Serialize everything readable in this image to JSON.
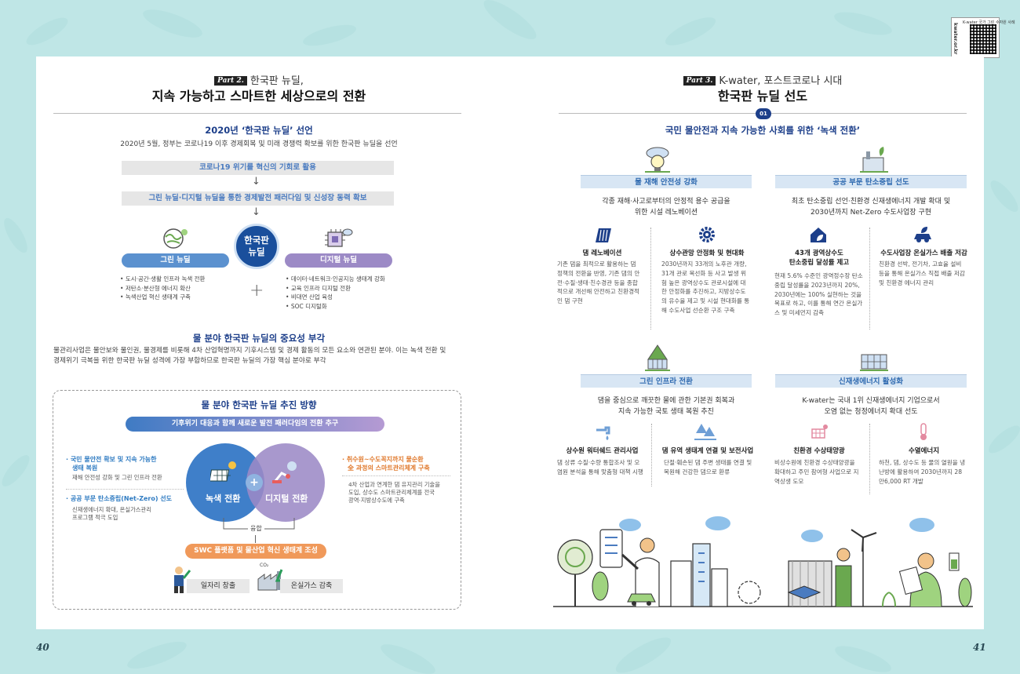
{
  "page_numbers": {
    "left": "40",
    "right": "41"
  },
  "qr": {
    "side": "kwater.or.kr",
    "caption": "K-water 국가 그린 수자원 사례"
  },
  "left": {
    "part_tag": "Part 2.",
    "part_subtitle": "한국판 뉴딜,",
    "title": "지속 가능하고 스마트한 세상으로의 전환",
    "sec1": {
      "title": "2020년 ‘한국판 뉴딜’ 선언",
      "desc": "2020년 5월, 정부는 코로나19 이후 경제회복 및 미래 경쟁력 확보를 위한 한국판 뉴딜을 선언",
      "bar1": "코로나19 위기를 혁신의 기회로 활용",
      "bar2": "그린 뉴딜·디지털 뉴딜을 통한 경제발전 패러다임 및 신성장 동력 확보",
      "center": "한국판 뉴딜",
      "green": "그린 뉴딜",
      "digital": "디지털 뉴딜",
      "green_items": [
        "도시·공간·생활 인프라 녹색 전환",
        "저탄소·분산형 에너지 확산",
        "녹색산업 혁신 생태계 구축"
      ],
      "digital_items": [
        "데이터·네트워크·인공지능 생태계 강화",
        "교육 인프라 디지털 전환",
        "비대면 산업 육성",
        "SOC 디지털화"
      ]
    },
    "sec2": {
      "title": "물 분야 한국판 뉴딜의 중요성 부각",
      "body_line1": "물관리사업은 물안보와 물인권, 물경제를 비롯해 4차 산업혁명까지 기후시스템 및 경제 활동의 모든 요소와 연관된 분야. 이는 녹색 전환 및",
      "body_line2": "경제위기 극복을 위한 한국판 뉴딜 성격에 가장 부합하므로 한국판 뉴딜의 가장 핵심 분야로 부각"
    },
    "sec3": {
      "title": "물 분야 한국판 뉴딜 추진 방향",
      "top_bar": "기후위기 대응과 함께 새로운 발전 패러다임의 전환 추구",
      "venn_green": "녹색 전환",
      "venn_digital": "디지털 전환",
      "fusion": "융합",
      "bottom_bar": "SWC 플랫폼 및 물산업 혁신 생태계 조성",
      "left_points": [
        {
          "head1": "· 국민 물안전 확보 및 지속 가능한",
          "head2": "생태 복원",
          "sub1": "재해 안전성 강화 및 그린 인프라 전환",
          "sub2": ""
        },
        {
          "head1": "· 공공 부문 탄소중립(Net-Zero) 선도",
          "head2": "",
          "sub1": "신재생에너지 확대, 온실가스관리",
          "sub2": "프로그램 적극 도입"
        }
      ],
      "right_point": {
        "head1": "· 취수원~수도꼭지까지 물순환",
        "head2": "全 과정의 스마트관리체계 구축",
        "sub1": "4차 산업과 연계한 댐 유지관리 기술을",
        "sub2": "도입, 상수도 스마트관리체계를 전국",
        "sub3": "광역·지방상수도에 구축"
      },
      "result1": "일자리 창출",
      "result2": "온실가스 감축",
      "co2": "CO₂"
    }
  },
  "right": {
    "part_tag": "Part 3.",
    "part_subtitle": "K-water, 포스트코로나 시대",
    "title": "한국판 뉴딜 선도",
    "badge": "01",
    "headline": "국민 물안전과 지속 가능한 사회를 위한 ‘녹색 전환’",
    "cats": [
      {
        "bar": "물 재해 안전성 강화",
        "desc1": "각종 재해·사고로부터의 안정적 용수 공급을",
        "desc2": "위한 시설 레노베이션",
        "items": [
          {
            "title1": "댐 레노베이션",
            "title2": "",
            "body": [
              "기존 댐을 최적으로 활용하는 댐",
              "정책의 전환을 반영, 기존 댐의 안",
              "전·수질·생태·친수경관 등을 종합",
              "적으로 개선해 안전하고 친환경적",
              "인 댐 구현"
            ]
          },
          {
            "title1": "상수관망 안정화 및 현대화",
            "title2": "",
            "body": [
              "2030년까지 33개의 노후관 개량,",
              "31개 관로 복선화 등 사고 발생 위",
              "험 높은 광역상수도 관로시설에 대",
              "한 안정화를 추진하고, 지방상수도",
              "의 유수율 제고 및 시설 현대화를 통",
              "해 수도사업 선순환 구조 구축"
            ]
          }
        ]
      },
      {
        "bar": "공공 부문 탄소중립 선도",
        "desc1": "최초 탄소중립 선언·친환경 신재생에너지 개발 확대 및",
        "desc2": "2030년까지 Net-Zero 수도사업장 구현",
        "items": [
          {
            "title1": "43개 광역상수도",
            "title2": "탄소중립 달성률 제고",
            "body": [
              "현재 5.6% 수준인 광역정수장 탄소",
              "중립 달성률을 2023년까지 20%,",
              "2030년에는 100% 실현하는 것을",
              "목표로 하고, 이를 통해 연간 온실가",
              "스 및 미세먼지 감축"
            ]
          },
          {
            "title1": "수도사업장 온실가스 배출 저감",
            "title2": "",
            "body": [
              "친환경 선박, 전기차, 고효율 설비",
              "등을 통해 온실가스 직접 배출 저감",
              "및 친환경 에너지 관리"
            ]
          }
        ]
      },
      {
        "bar": "그린 인프라 전환",
        "desc1": "댐을 중심으로 깨끗한 물에 관한 기본권 회복과",
        "desc2": "지속 가능한 국토 생태 복원 추진",
        "items": [
          {
            "title1": "상수원 워터쉐드 관리사업",
            "title2": "",
            "body": [
              "댐 상류 수질·수량 통합조사 및 오",
              "염원 분석을 통해 맞춤형 대책 시행"
            ]
          },
          {
            "title1": "댐 유역 생태계 연결 및 보전사업",
            "title2": "",
            "body": [
              "단절·훼손된 댐 주변 생태를 연결 및",
              "복원해 건강한 댐으로 환류"
            ]
          }
        ]
      },
      {
        "bar": "신재생에너지 활성화",
        "desc1": "K-water는 국내 1위 신재생에너지 기업으로서",
        "desc2": "오염 없는 청정에너지 확대 선도",
        "items": [
          {
            "title1": "친환경 수상태양광",
            "title2": "",
            "body": [
              "비상수원에 친환경 수상태양광을",
              "확대하고 주민 참여형 사업으로 지",
              "역상생 도모"
            ]
          },
          {
            "title1": "수열에너지",
            "title2": "",
            "body": [
              "하천, 댐, 상수도 등 물의 열원을 냉",
              "난방에 활용하여 2030년까지 28",
              "만6,000 RT 개발"
            ]
          }
        ]
      }
    ]
  },
  "colors": {
    "background": "#bfe6e6",
    "navy": "#1d3f8a",
    "green_pill": "#5b91cf",
    "digital_pill": "#9c8ac6",
    "orange": "#f0995a"
  }
}
